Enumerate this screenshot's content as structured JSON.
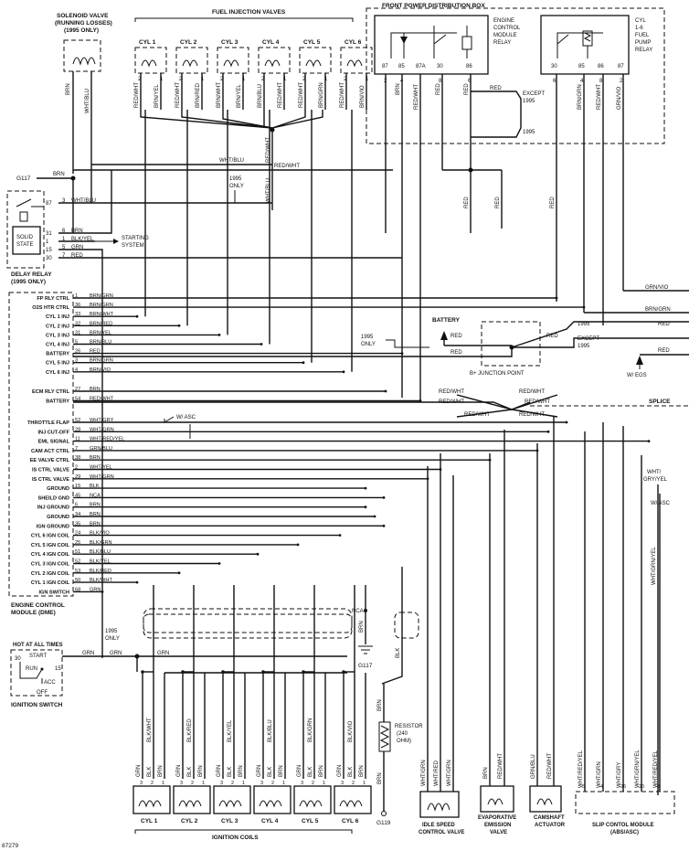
{
  "titles": {
    "solenoid": [
      "SOLENOID VALVE",
      "(RUNNING LOSSES)",
      "(1995 ONLY)"
    ],
    "fuel_injection": "FUEL INJECTION VALVES",
    "front_power": "FRONT POWER DISTRIBUTION BOX",
    "ecm_relay": [
      "ENGINE",
      "CONTROL",
      "MODULE",
      "RELAY"
    ],
    "fuel_pump_relay": [
      "CYL",
      "1-6",
      "FUEL",
      "PUMP",
      "RELAY"
    ],
    "delay_relay": [
      "DELAY RELAY",
      "(1995 ONLY)"
    ],
    "solid_state": [
      "SOLID",
      "STATE"
    ],
    "starting_system": [
      "STARTING",
      "SYSTEM"
    ],
    "ecm_dme": [
      "ENGINE CONTROL",
      "MODULE (DME)"
    ],
    "ignition_switch": "IGNITION SWITCH",
    "hot_at_all_times": "HOT AT ALL TIMES",
    "ign_positions": [
      "START",
      "RUN",
      "ACC",
      "OFF"
    ],
    "ign_terminals": [
      "30",
      "15"
    ],
    "ignition_coils": "IGNITION COILS",
    "idle_valve": [
      "IDLE SPEED",
      "CONTROL VALVE"
    ],
    "evap_valve": [
      "EVAPORATIVE",
      "EMISSION",
      "VALVE"
    ],
    "camshaft": [
      "CAMSHAFT",
      "ACTUATOR"
    ],
    "slip_control": [
      "SLIP CONTOL MODULE",
      "(ABS/ASC)"
    ],
    "resistor": [
      "RESISTOR",
      "(240",
      "OHM)"
    ],
    "b_junction": "B+ JUNCTION POINT",
    "battery": "BATTERY",
    "splice": "SPLICE",
    "w_egs": "W/ EGS",
    "w_asc": "W/ ASC",
    "wht_gry_yel_top": [
      "WHT/",
      "GRY/YEL"
    ],
    "except_1995": [
      "EXCEPT",
      "1995"
    ],
    "only_1995": [
      "1995",
      "ONLY"
    ],
    "year_1995": "1995",
    "g117": "G117",
    "g119": "G119",
    "nca": "NCA",
    "figure_id": "87279"
  },
  "injectors": [
    "CYL 1",
    "CYL 2",
    "CYL 3",
    "CYL 4",
    "CYL 5",
    "CYL 6"
  ],
  "injector_pins": [
    "2",
    "1"
  ],
  "injector_wires": [
    [
      "RED/WHT",
      "BRN/YEL"
    ],
    [
      "RED/WHT",
      "BRN/RED"
    ],
    [
      "BRN/WHT",
      "BRN/YEL"
    ],
    [
      "BRN/BLU",
      "RED/WHT"
    ],
    [
      "RED/WHT",
      "BRN/GRN"
    ],
    [
      "RED/WHT",
      "BRN/VIO"
    ]
  ],
  "ecm_pins": [
    {
      "label": "FP RLY CTRL",
      "pin": "1",
      "wire": "BRN/GRN"
    },
    {
      "label": "O2S HTR CTRL",
      "pin": "36",
      "wire": "BRN/GRN"
    },
    {
      "label": "CYL 1 INJ",
      "pin": "33",
      "wire": "BRN/WHT"
    },
    {
      "label": "CYL 2 INJ",
      "pin": "32",
      "wire": "BRN/RED"
    },
    {
      "label": "CYL 3 INJ",
      "pin": "31",
      "wire": "BRN/YEL"
    },
    {
      "label": "CYL 4 INJ",
      "pin": "5",
      "wire": "BRN/BLU"
    },
    {
      "label": "BATTERY",
      "pin": "26",
      "wire": "RED"
    },
    {
      "label": "CYL 5 INJ",
      "pin": "3",
      "wire": "BRN/GRN"
    },
    {
      "label": "CYL 6 INJ",
      "pin": "4",
      "wire": "BRN/VIO"
    },
    {
      "label": "ECM RLY CTRL",
      "pin": "27",
      "wire": "BRN"
    },
    {
      "label": "BATTERY",
      "pin": "54",
      "wire": "RED/WHT"
    },
    {
      "label": "THROTTLE FLAP",
      "pin": "52",
      "wire": "WHT/GRY"
    },
    {
      "label": "INJ CUT-OFF",
      "pin": "28",
      "wire": "WHT/GRN"
    },
    {
      "label": "EML SIGNAL",
      "pin": "11",
      "wire": "WHT/RED/YEL"
    },
    {
      "label": "CAM ACT CTRL",
      "pin": "7",
      "wire": "GRN/BLU"
    },
    {
      "label": "EE VALVE CTRL",
      "pin": "38",
      "wire": "BRN"
    },
    {
      "label": "IS CTRL VALVE",
      "pin": "2",
      "wire": "WHT/YEL"
    },
    {
      "label": "IS CTRL VALVE",
      "pin": "29",
      "wire": "WHT/GRN"
    },
    {
      "label": "GROUND",
      "pin": "15",
      "wire": "BLK"
    },
    {
      "label": "SHEILD GND",
      "pin": "45",
      "wire": "NCA"
    },
    {
      "label": "INJ GROUND",
      "pin": "6",
      "wire": "BRN"
    },
    {
      "label": "GROUND",
      "pin": "34",
      "wire": "BRN"
    },
    {
      "label": "IGN GROUND",
      "pin": "35",
      "wire": "BRN"
    },
    {
      "label": "CYL 6 IGN COIL",
      "pin": "24",
      "wire": "BLK/VIO"
    },
    {
      "label": "CYL 5 IGN COIL",
      "pin": "25",
      "wire": "BLK/GRN"
    },
    {
      "label": "CYL 4 IGN COIL",
      "pin": "51",
      "wire": "BLK/BLU"
    },
    {
      "label": "CYL 3 IGN COIL",
      "pin": "52",
      "wire": "BLK/YEL"
    },
    {
      "label": "CYL 2 IGN COIL",
      "pin": "53",
      "wire": "BLK/RED"
    },
    {
      "label": "CYL 1 IGN COIL",
      "pin": "50",
      "wire": "BLK/WHT"
    },
    {
      "label": "IGN SWITCH",
      "pin": "68",
      "wire": "GRN"
    }
  ],
  "delay_relay_pins": [
    {
      "pin": "87",
      "wire": "3",
      "color": "WHT/BLU"
    },
    {
      "pin": "31",
      "wire": "6",
      "color": "BRN"
    },
    {
      "pin": "1",
      "wire": "1",
      "color": "BLK/YEL"
    },
    {
      "pin": "15",
      "wire": "5",
      "color": "GRN"
    },
    {
      "pin": "30",
      "wire": "7",
      "color": "RED"
    }
  ],
  "ecm_relay_terms": [
    "87",
    "85",
    "87A",
    "30",
    "86"
  ],
  "ecm_relay_pins": [
    "2",
    "4",
    "",
    "8",
    "6"
  ],
  "fp_relay_terms": [
    "30",
    "85",
    "86",
    "87"
  ],
  "fp_relay_pins": [
    "6",
    "4",
    "8",
    "2"
  ],
  "pdb_wires": [
    "BRN",
    "RED/WHT",
    "RED",
    "RED",
    "BRN/GRN",
    "RED/WHT",
    "GRN/VIO"
  ],
  "coils": [
    "CYL 1",
    "CYL 2",
    "CYL 3",
    "CYL 4",
    "CYL 5",
    "CYL 6"
  ],
  "coil_pins": [
    "3",
    "2",
    "1"
  ],
  "coil_top_wires": [
    "GRN",
    "BLK",
    "BRN"
  ],
  "coil_wires": [
    "BLK/WHT",
    "BLK/RED",
    "BLK/YEL",
    "BLK/BLU",
    "BLK/GRN",
    "BLK/VIO"
  ],
  "slip_wires": [
    "WHT/RED/YEL",
    "WHT/GRN",
    "WHT/GRY",
    "WHT/GRN/YEL",
    "WHT/RED/YEL"
  ],
  "slip_pins": [
    "5",
    "4",
    "26",
    "20",
    "8"
  ],
  "misc_wires": {
    "wht_blu": "WHT/BLU",
    "red_wht": "RED/WHT",
    "brn": "BRN",
    "red": "RED",
    "grn": "GRN",
    "blk": "BLK",
    "grn_vio": "GRN/VIO",
    "brn_grn": "BRN/GRN",
    "wht_grn": "WHT/GRN",
    "wht_red": "WHT/RED",
    "grn_blu": "GRN/BLU",
    "wht_red_yel": "WHT/RED/YEL"
  },
  "right_stubs": [
    "GRN/VIO",
    "BRN/GRN",
    "RED",
    "RED"
  ],
  "bus_labels": [
    "RED/WHT",
    "RED/WHT",
    "RED/WHT",
    "RED/WHT",
    "RED/WHT",
    "RED/WHT"
  ]
}
